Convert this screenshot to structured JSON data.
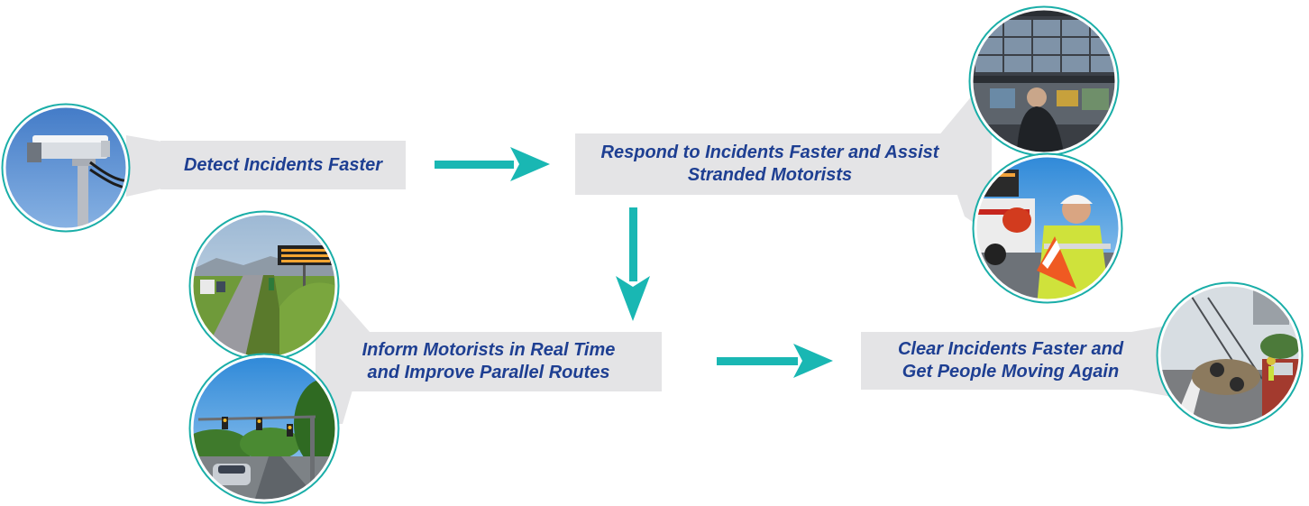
{
  "colors": {
    "arrow": "#19b7b3",
    "label_bg": "#e4e4e6",
    "label_text": "#1e3f92",
    "circle_ring": "#1aaea8"
  },
  "steps": {
    "detect": {
      "text": "Detect Incidents Faster",
      "photo": "traffic-camera"
    },
    "respond": {
      "line1": "Respond to Incidents Faster and Assist",
      "line2": "Stranded Motorists",
      "photos": [
        "traffic-operations-center",
        "service-patrol-worker-with-cone"
      ]
    },
    "inform": {
      "line1": "Inform Motorists in Real Time",
      "line2": "and Improve Parallel Routes",
      "photos": [
        "highway-message-sign",
        "traffic-signals-on-arterial"
      ]
    },
    "clear": {
      "line1": "Clear Incidents Faster and",
      "line2": "Get People Moving Again",
      "photo": "tow-truck-clearing-crash"
    }
  }
}
